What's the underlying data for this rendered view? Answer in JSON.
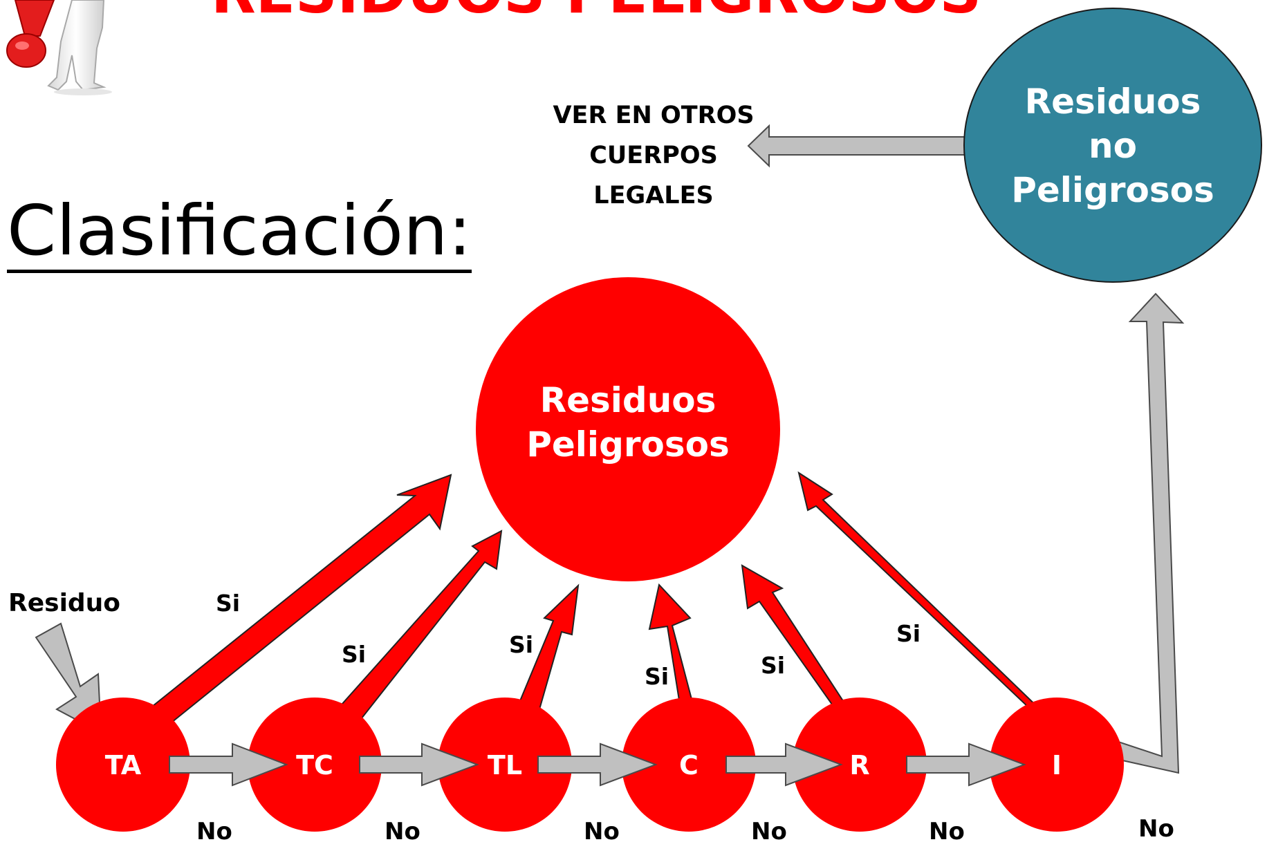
{
  "title": "RESIDUOS PELIGROSOS",
  "heading": "Clasificación:",
  "note": {
    "lines": [
      "VER EN OTROS",
      "CUERPOS",
      "LEGALES"
    ]
  },
  "hazardous": {
    "lines": [
      "Residuos",
      "Peligrosos"
    ]
  },
  "non_hazardous": {
    "lines": [
      "Residuos",
      "no",
      "Peligrosos"
    ]
  },
  "input_label": "Residuo",
  "steps": [
    {
      "label": "TA",
      "yes": "Si",
      "no": "No"
    },
    {
      "label": "TC",
      "yes": "Si",
      "no": "No"
    },
    {
      "label": "TL",
      "yes": "Si",
      "no": "No"
    },
    {
      "label": "C",
      "yes": "Si",
      "no": "No"
    },
    {
      "label": "R",
      "yes": "Si",
      "no": "No"
    },
    {
      "label": "I",
      "yes": "Si",
      "no": "No"
    }
  ],
  "colors": {
    "red": "#ff0000",
    "teal": "#31849b",
    "gray_arrow": "#c0c0c0",
    "white": "#ffffff",
    "black": "#000000"
  }
}
